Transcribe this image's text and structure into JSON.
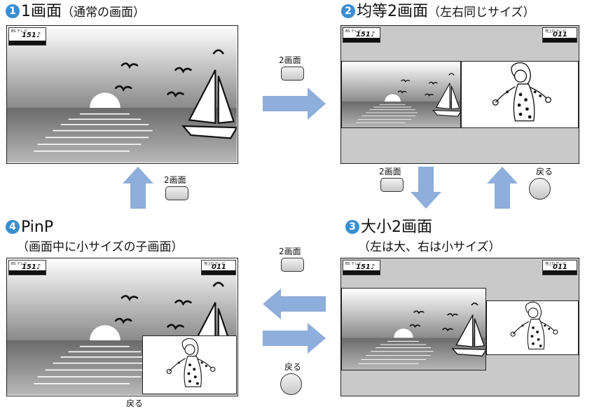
{
  "panels": {
    "p1": {
      "num": "1",
      "title": "1画面",
      "sub": "（通常の画面）"
    },
    "p2": {
      "num": "2",
      "title": "均等2画面",
      "sub": "（左右同じサイズ）"
    },
    "p3": {
      "num": "3",
      "title": "大小2画面",
      "sub": "（左は大、右は小サイズ）"
    },
    "p4": {
      "num": "4",
      "title": "PinP",
      "sub": "（画面中に小サイズの子画面）"
    }
  },
  "osd": {
    "left_channel": "151♪",
    "right_channel": "011",
    "left_tiny": "BS テレビ",
    "right_tiny": "地上D テレビ"
  },
  "buttons": {
    "two_screen": "2画面",
    "back": "戻る"
  },
  "colors": {
    "arrow": "#8eaedb",
    "badge": "#3a8ed1",
    "gray": "#c9c9c9"
  }
}
